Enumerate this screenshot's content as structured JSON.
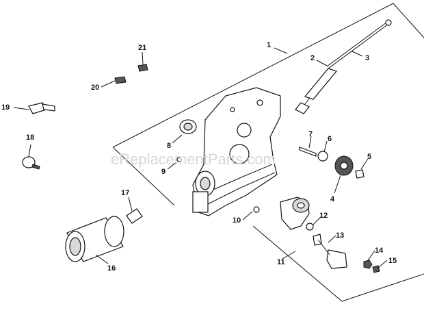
{
  "watermark": "eReplacementParts.com",
  "callouts": {
    "c1": "1",
    "c2": "2",
    "c3": "3",
    "c4": "4",
    "c5": "5",
    "c6": "6",
    "c7": "7",
    "c8": "8",
    "c9": "9",
    "c10": "10",
    "c11": "11",
    "c12": "12",
    "c13": "13",
    "c14": "14",
    "c15": "15",
    "c16": "16",
    "c17": "17",
    "c18": "18",
    "c19": "19",
    "c20": "20",
    "c21": "21"
  }
}
